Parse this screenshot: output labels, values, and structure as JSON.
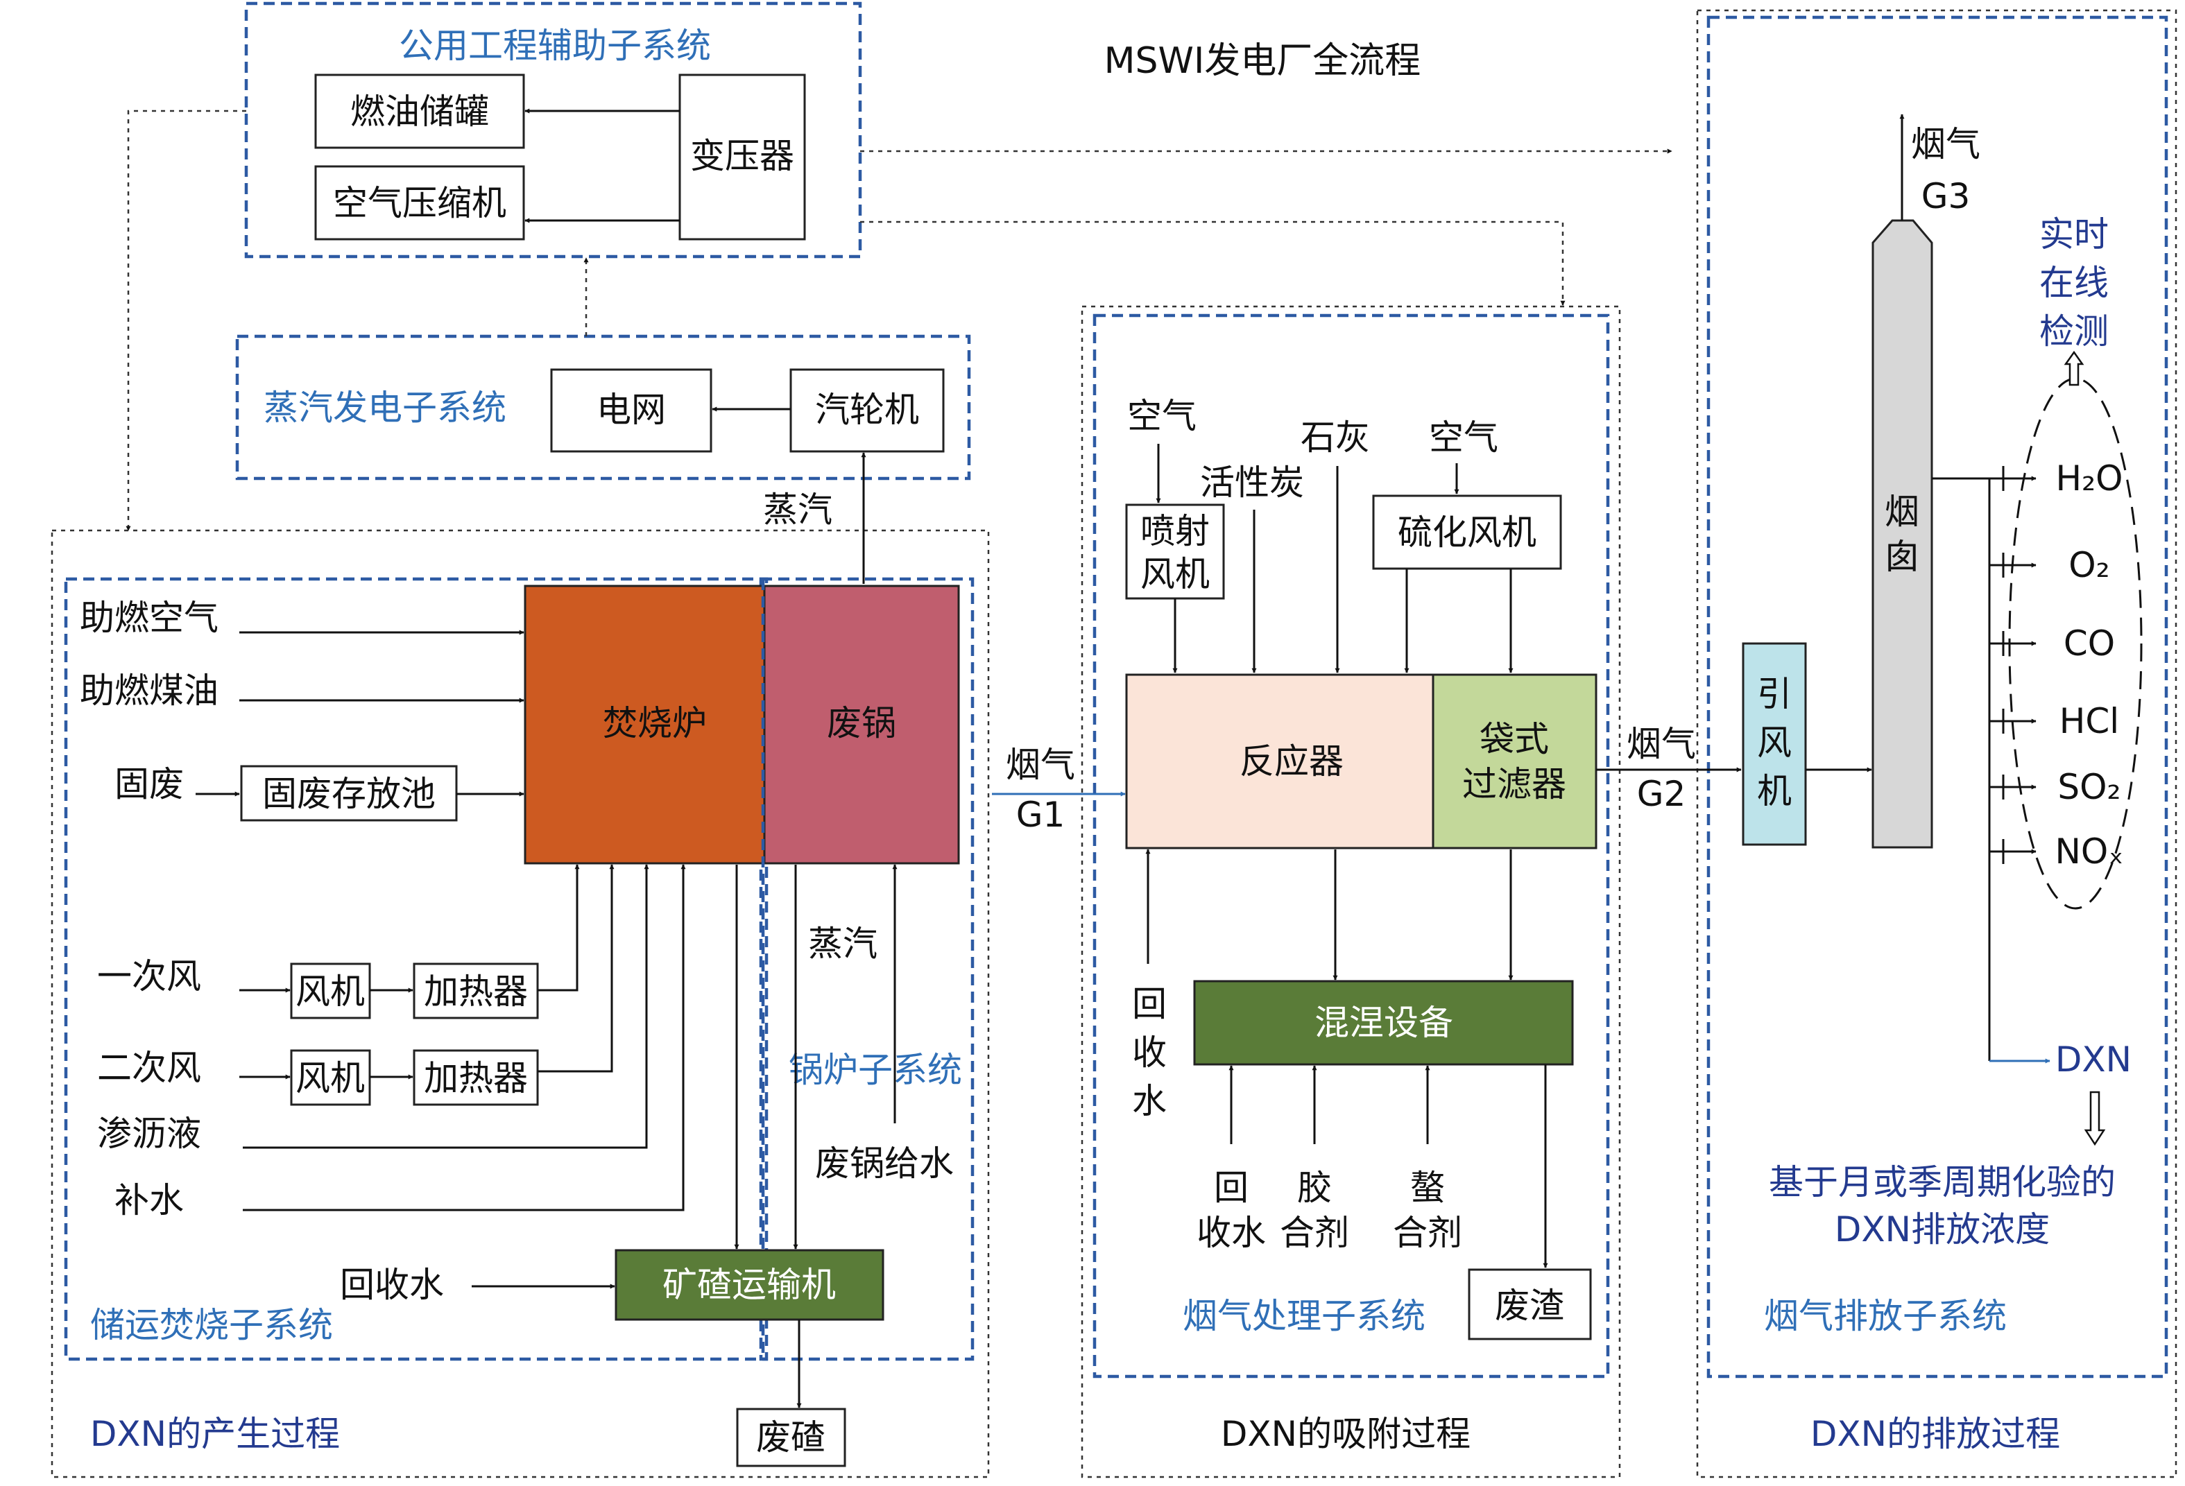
{
  "title": "MSWI发电厂全流程",
  "subsystems": {
    "utility": "公用工程辅助子系统",
    "steam_power": "蒸汽发电子系统",
    "storage_incineration": "储运焚烧子系统",
    "boiler": "锅炉子系统",
    "flue_treatment": "烟气处理子系统",
    "flue_emission": "烟气排放子系统"
  },
  "process_stages": {
    "generation": "DXN的产生过程",
    "adsorption": "DXN的吸附过程",
    "emission": "DXN的排放过程"
  },
  "equipment": {
    "fuel_tank": "燃油储罐",
    "air_compressor": "空气压缩机",
    "transformer": "变压器",
    "grid": "电网",
    "turbine": "汽轮机",
    "incinerator": "焚烧炉",
    "waste_boiler": "废锅",
    "waste_pool": "固废存放池",
    "fan_1": "风机",
    "heater_1": "加热器",
    "fan_2": "风机",
    "heater_2": "加热器",
    "slag_conveyor": "矿碴运输机",
    "slag_out": "废碴",
    "spray_fan": [
      "喷射",
      "风机"
    ],
    "sulfur_fan": "硫化风机",
    "reactor": "反应器",
    "bag_filter": [
      "袋式",
      "过滤器"
    ],
    "mixer": "混涅设备",
    "residue": "废渣",
    "induced_fan": [
      "引",
      "风",
      "机"
    ],
    "chimney": [
      "烟",
      "囱"
    ]
  },
  "inputs": {
    "combustion_air": "助燃空气",
    "combustion_oil": "助燃煤油",
    "solid_waste": "固废",
    "primary_air": "一次风",
    "secondary_air": "二次风",
    "leachate": "渗沥液",
    "makeup_water": "补水",
    "recycled_water_1": "回收水",
    "steam_1": "蒸汽",
    "steam_2": "蒸汽",
    "boiler_feedwater": "废锅给水",
    "air_1": "空气",
    "activated_carbon": "活性炭",
    "lime": "石灰",
    "air_2": "空气",
    "recycled_water_2": [
      "回",
      "收",
      "水"
    ],
    "recycled_water_3": [
      "回",
      "收水"
    ],
    "binder": [
      "胶",
      "合剂"
    ],
    "chelating_agent": [
      "螯",
      "合剂"
    ]
  },
  "flue_gas": {
    "g1": [
      "烟气",
      "G1"
    ],
    "g2": [
      "烟气",
      "G2"
    ],
    "g3": [
      "烟气",
      "G3"
    ]
  },
  "online_monitoring": {
    "label": [
      "实时",
      "在线",
      "检测"
    ],
    "species": [
      "H₂O",
      "O₂",
      "CO",
      "HCl",
      "SO₂",
      "NOₓ"
    ]
  },
  "dxn_output": "DXN",
  "dxn_note": [
    "基于月或季周期化验的",
    "DXN排放浓度"
  ],
  "colors": {
    "incinerator": "#cd5a21",
    "waste_boiler": "#c05e6e",
    "reactor": "#fbe4d8",
    "bag_filter": "#c3d89a",
    "dark_green": "#5a7c38",
    "induced_fan": "#bde3ea",
    "chimney": "#d7d7d7",
    "blue_label": "#2f6fb7",
    "navy_label": "#233a8f"
  }
}
